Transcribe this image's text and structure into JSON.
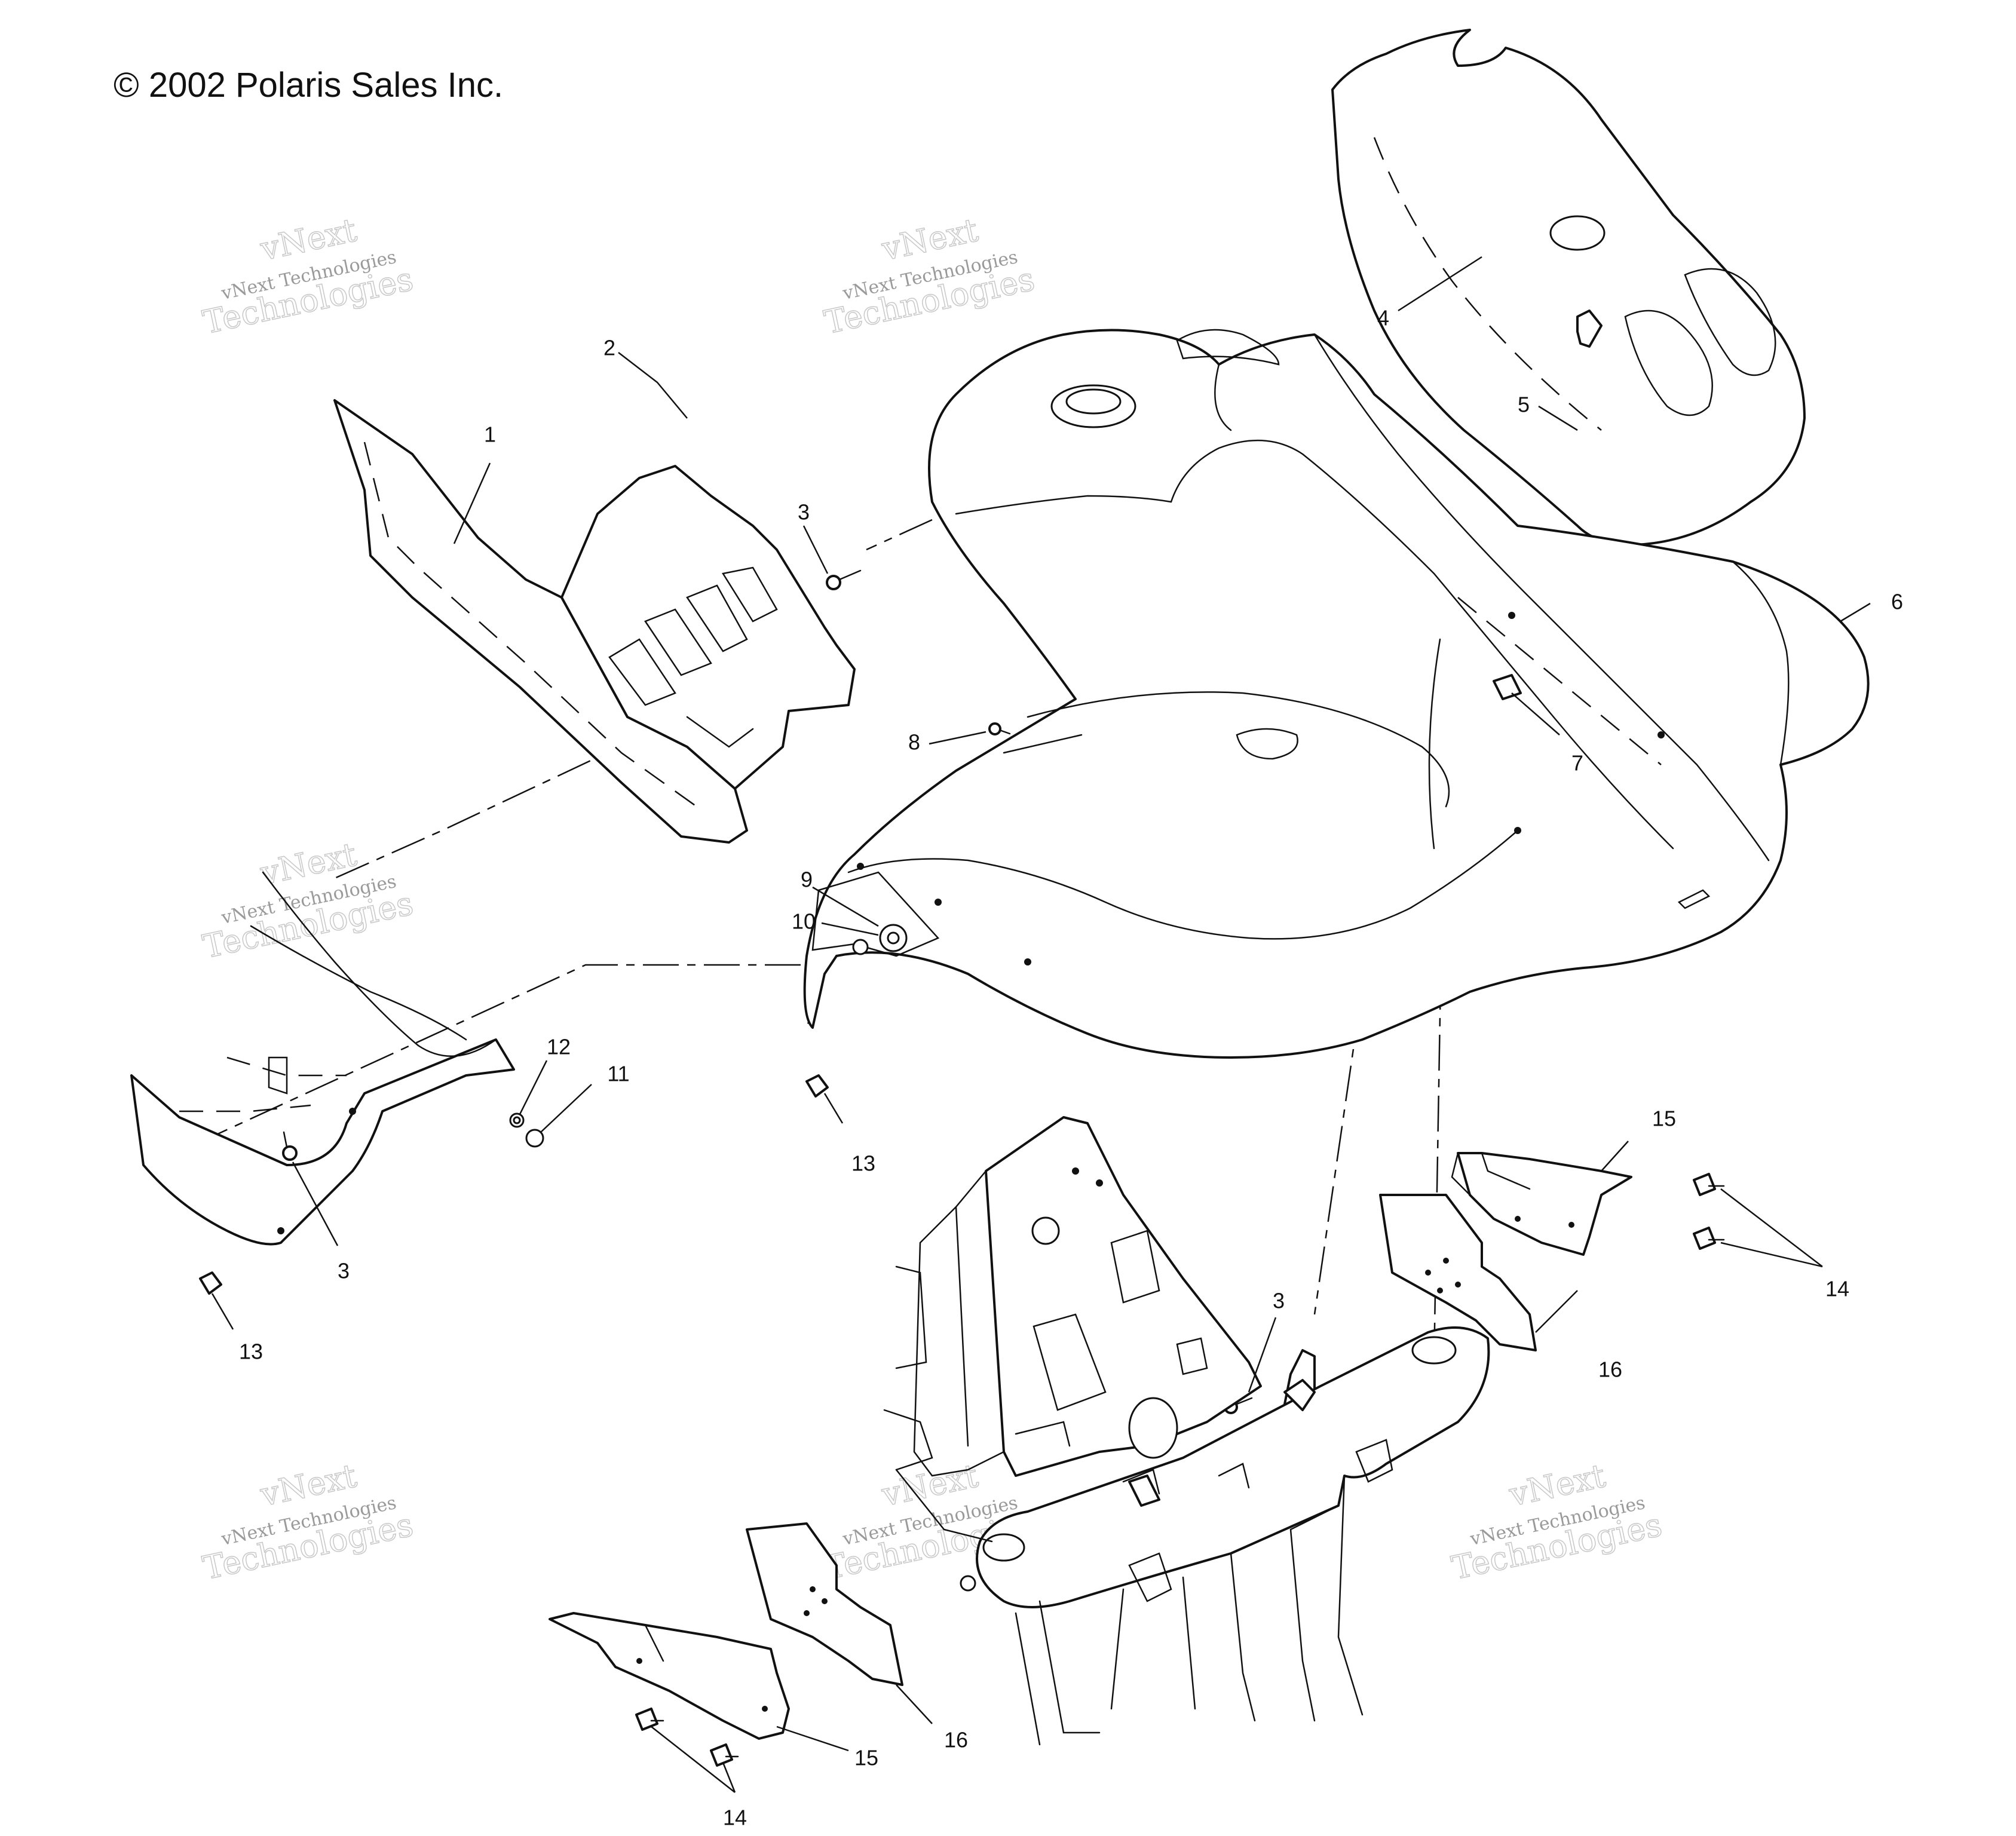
{
  "header": {
    "copyright": "© 2002 Polaris Sales Inc."
  },
  "watermark": {
    "line_a": "vNext Technologies",
    "line_b1": "vNext",
    "line_b2": "Technologies"
  },
  "callouts": [
    {
      "id": "c1",
      "label": "1"
    },
    {
      "id": "c2",
      "label": "2"
    },
    {
      "id": "c3a",
      "label": "3"
    },
    {
      "id": "c3b",
      "label": "3"
    },
    {
      "id": "c3c",
      "label": "3"
    },
    {
      "id": "c4",
      "label": "4"
    },
    {
      "id": "c5",
      "label": "5"
    },
    {
      "id": "c6",
      "label": "6"
    },
    {
      "id": "c7",
      "label": "7"
    },
    {
      "id": "c8",
      "label": "8"
    },
    {
      "id": "c9",
      "label": "9"
    },
    {
      "id": "c10",
      "label": "10"
    },
    {
      "id": "c11",
      "label": "11"
    },
    {
      "id": "c12",
      "label": "12"
    },
    {
      "id": "c13a",
      "label": "13"
    },
    {
      "id": "c13b",
      "label": "13"
    },
    {
      "id": "c14a",
      "label": "14"
    },
    {
      "id": "c14b",
      "label": "14"
    },
    {
      "id": "c15a",
      "label": "15"
    },
    {
      "id": "c15b",
      "label": "15"
    },
    {
      "id": "c16a",
      "label": "16"
    },
    {
      "id": "c16b",
      "label": "16"
    }
  ]
}
